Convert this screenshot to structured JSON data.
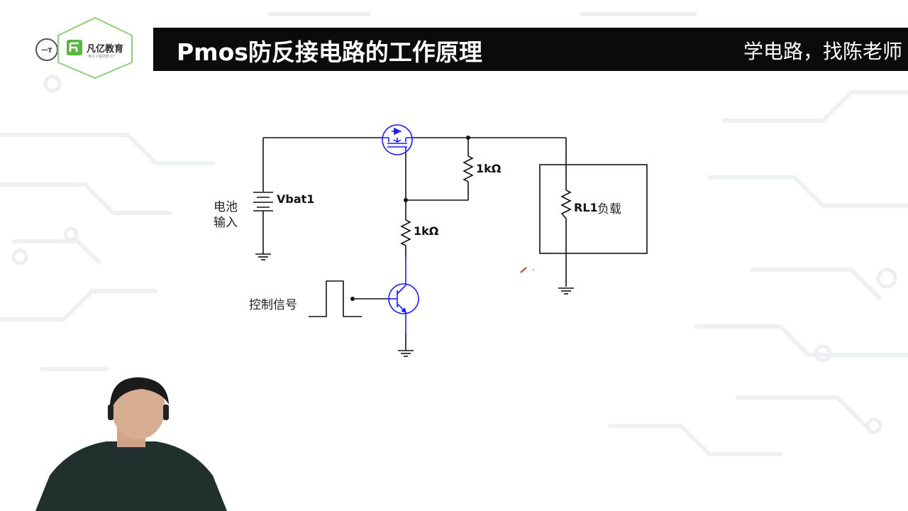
{
  "header": {
    "title": "Pmos防反接电路的工作原理",
    "slogan": "学电路，找陈老师"
  },
  "logo": {
    "badge_text": "一T",
    "brand_name": "凡亿教育",
    "tagline": "电子工程师梦工厂",
    "brand_color": "#5bb540"
  },
  "circuit": {
    "battery_label_line1": "电池",
    "battery_label_line2": "输入",
    "battery_name": "Vbat1",
    "resistor_gate_value": "1kΩ",
    "resistor_base_value": "1kΩ",
    "load_resistor_name": "RL1",
    "load_label": "负载",
    "control_signal_label": "控制信号",
    "component_color": "#1a1aff"
  },
  "icons": {
    "cursor": "pen-cursor-icon",
    "ground": "ground-icon",
    "pmos": "pmos-transistor-icon",
    "npn": "npn-transistor-icon",
    "pulse": "pulse-signal-icon"
  }
}
